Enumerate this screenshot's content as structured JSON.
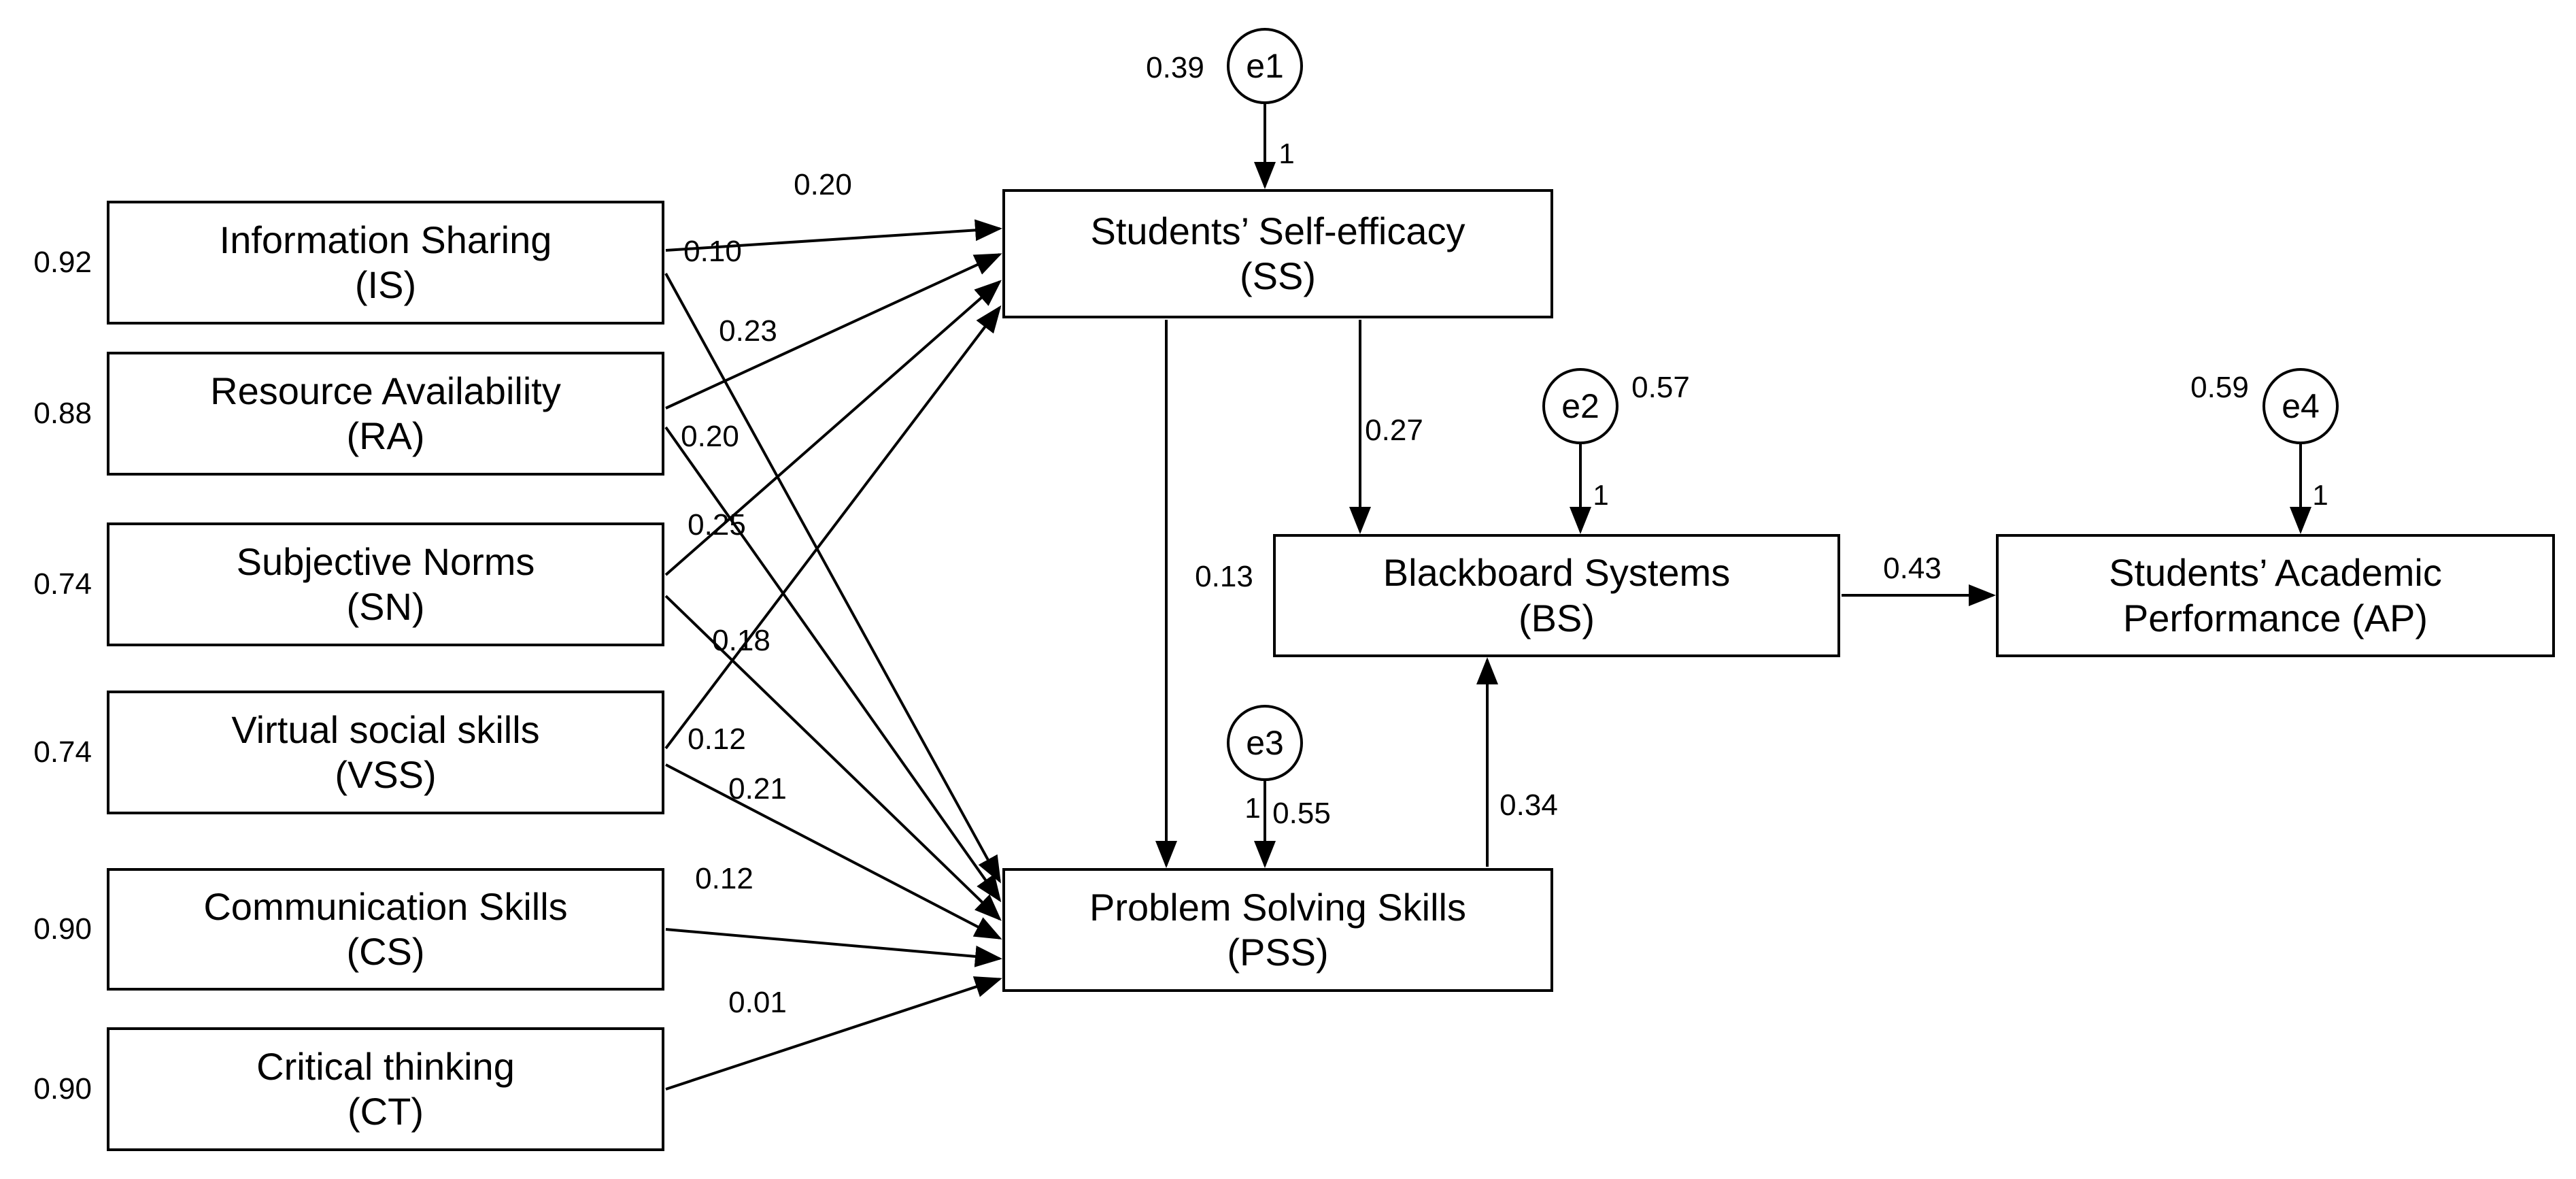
{
  "figure": {
    "type": "structural-equation-path-diagram",
    "nodes": {
      "is": {
        "line1": "Information Sharing",
        "line2": "(IS)",
        "value": "0.92"
      },
      "ra": {
        "line1": "Resource Availability",
        "line2": "(RA)",
        "value": "0.88"
      },
      "sn": {
        "line1": "Subjective Norms",
        "line2": "(SN)",
        "value": "0.74"
      },
      "vss": {
        "line1": "Virtual social skills",
        "line2": "(VSS)",
        "value": "0.74"
      },
      "cs": {
        "line1": "Communication Skills",
        "line2": "(CS)",
        "value": "0.90"
      },
      "ct": {
        "line1": "Critical thinking",
        "line2": "(CT)",
        "value": "0.90"
      },
      "ss": {
        "line1": "Students’ Self-efficacy",
        "line2": "(SS)"
      },
      "pss": {
        "line1": "Problem Solving Skills",
        "line2": "(PSS)"
      },
      "bs": {
        "line1": "Blackboard Systems",
        "line2": "(BS)"
      },
      "ap": {
        "line1": "Students’ Academic",
        "line2": "Performance (AP)"
      }
    },
    "errors": {
      "e1": {
        "label": "e1",
        "variance": "0.39",
        "loading": "1",
        "attached_to": "ss"
      },
      "e2": {
        "label": "e2",
        "variance": "0.57",
        "loading": "1",
        "attached_to": "bs"
      },
      "e3": {
        "label": "e3",
        "variance": "0.55",
        "loading": "1",
        "attached_to": "pss"
      },
      "e4": {
        "label": "e4",
        "variance": "0.59",
        "loading": "1",
        "attached_to": "ap"
      }
    },
    "paths": {
      "is_ss": "0.20",
      "is_pss": "0.10",
      "ra_ss": "0.23",
      "ra_pss": "0.20",
      "sn_ss": "0.25",
      "sn_pss": "0.18",
      "vss_ss": "0.12",
      "vss_pss": "0.21",
      "cs_pss": "0.12",
      "ct_pss": "0.01",
      "ss_pss": "0.13",
      "ss_bs": "0.27",
      "pss_bs": "0.34",
      "bs_ap": "0.43"
    }
  }
}
